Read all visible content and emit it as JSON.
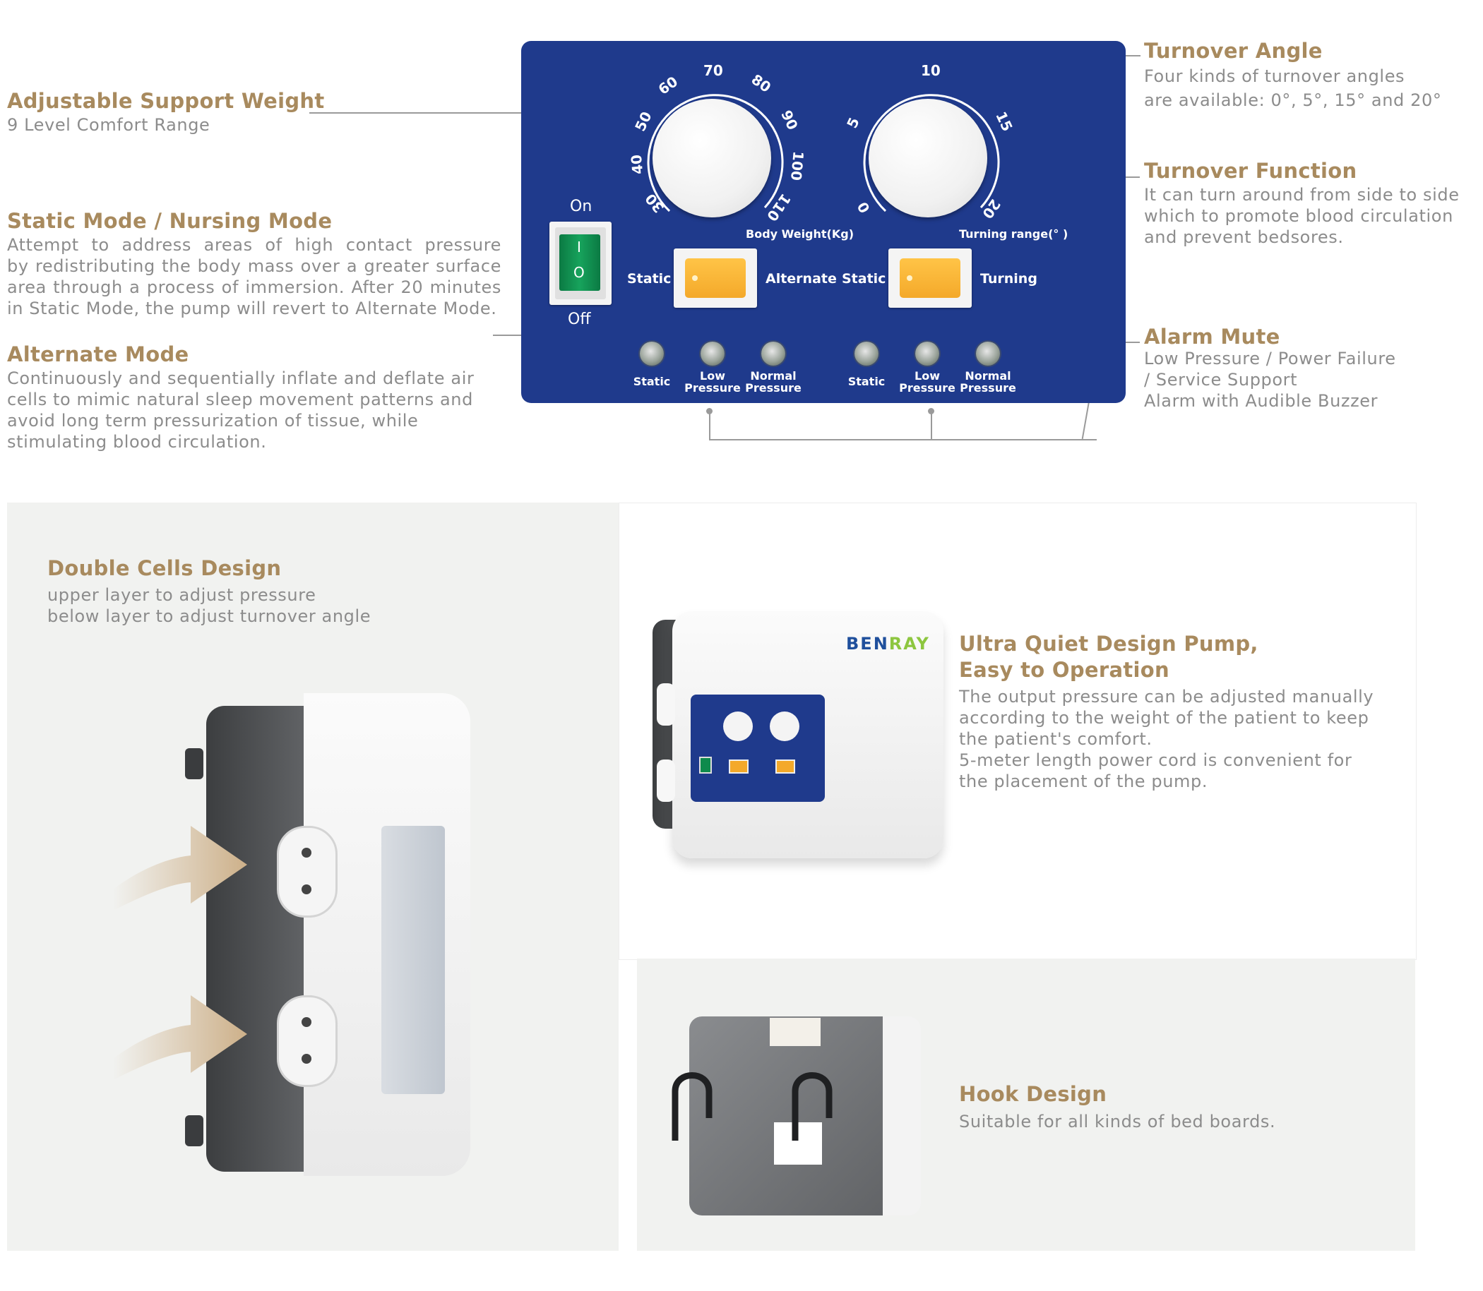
{
  "callouts": {
    "support_weight": {
      "title": "Adjustable Support Weight",
      "desc": "9 Level Comfort Range"
    },
    "static_mode": {
      "title": "Static Mode / Nursing Mode",
      "lines": [
        "Attempt to address areas of high contact pressure",
        "by redistributing the body mass over a greater surface",
        "area through a process of immersion. After 20 minutes",
        "in Static Mode, the pump will revert to Alternate Mode."
      ]
    },
    "alternate_mode": {
      "title": "Alternate Mode",
      "lines": [
        "Continuously and sequentially inflate and deflate air",
        "cells to mimic natural sleep movement patterns and",
        "avoid long term pressurization of tissue, while",
        "stimulating blood circulation."
      ]
    },
    "turnover_angle": {
      "title": "Turnover Angle",
      "lines": [
        "Four kinds of turnover angles",
        "are available: 0°, 5°, 15° and 20°"
      ]
    },
    "turnover_function": {
      "title": "Turnover Function",
      "lines": [
        "It can turn around from side to side",
        "which to promote blood circulation",
        "and prevent bedsores."
      ]
    },
    "alarm_mute": {
      "title": "Alarm Mute",
      "lines": [
        "Low Pressure / Power Failure",
        "/ Service Support",
        "Alarm with Audible Buzzer"
      ]
    }
  },
  "panel": {
    "power": {
      "on": "On",
      "off": "Off",
      "symbol_on": "I",
      "symbol_off": "O"
    },
    "weight_knob": {
      "label": "Body Weight(Kg)",
      "ticks": [
        "30",
        "40",
        "50",
        "60",
        "70",
        "80",
        "90",
        "100",
        "110"
      ]
    },
    "angle_knob": {
      "label": "Turning range(°  )",
      "ticks": [
        "0",
        "5",
        "10",
        "15",
        "20"
      ]
    },
    "mode_switch_left": {
      "left": "Static",
      "right": "Alternate"
    },
    "mode_switch_right": {
      "left": "Static",
      "right": "Turning"
    },
    "leds_left": [
      {
        "label": "Static"
      },
      {
        "label": "Low\nPressure"
      },
      {
        "label": "Normal\nPressure"
      }
    ],
    "leds_right": [
      {
        "label": "Static"
      },
      {
        "label": "Low\nPressure"
      },
      {
        "label": "Normal\nPressure"
      }
    ]
  },
  "features": {
    "double_cells": {
      "title": "Double Cells Design",
      "lines": [
        "upper layer to adjust pressure",
        "below layer to adjust turnover angle"
      ]
    },
    "ultra_quiet": {
      "title_lines": [
        "Ultra Quiet Design Pump,",
        "Easy to Operation"
      ],
      "lines": [
        "The output pressure can be adjusted manually",
        "according to the weight of the patient to keep",
        "the patient's comfort.",
        "5-meter length power cord is convenient for",
        "the placement of the pump."
      ]
    },
    "hook": {
      "title": "Hook Design",
      "desc": "Suitable for all kinds of bed boards."
    }
  },
  "brand": {
    "logo_text": "BENRAY",
    "logo_accent_color": "#8dc63f",
    "logo_color": "#1f4f9c"
  },
  "colors": {
    "panel_blue": "#1f3a8c",
    "gold": "#a88a5e",
    "switch_yellow": "#f4a92a",
    "power_green": "#0e8a4c"
  }
}
